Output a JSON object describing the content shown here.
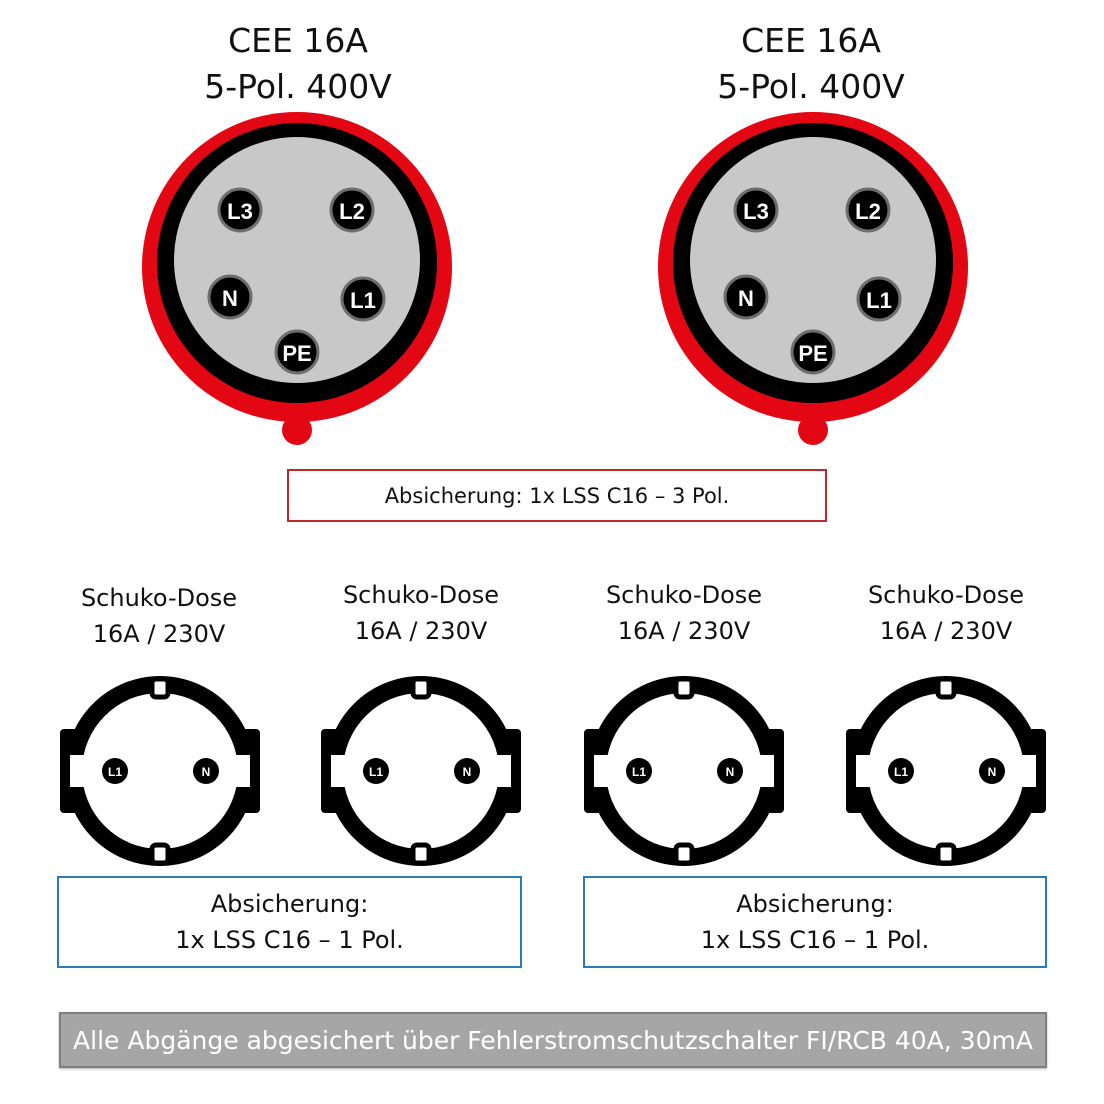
{
  "cee_sockets": [
    {
      "title_line1": "CEE 16A",
      "title_line2": "5-Pol. 400V",
      "pins": [
        "L3",
        "L2",
        "N",
        "L1",
        "PE"
      ]
    },
    {
      "title_line1": "CEE 16A",
      "title_line2": "5-Pol. 400V",
      "pins": [
        "L3",
        "L2",
        "N",
        "L1",
        "PE"
      ]
    }
  ],
  "cee_fuse_box": {
    "label": "Absicherung: 1x LSS C16 – 3 Pol.",
    "border_color": "#c0272d"
  },
  "schuko_sockets": [
    {
      "title_line1": "Schuko-Dose",
      "title_line2": "16A / 230V",
      "pins": [
        "L1",
        "N"
      ]
    },
    {
      "title_line1": "Schuko-Dose",
      "title_line2": "16A / 230V",
      "pins": [
        "L1",
        "N"
      ]
    },
    {
      "title_line1": "Schuko-Dose",
      "title_line2": "16A / 230V",
      "pins": [
        "L1",
        "N"
      ]
    },
    {
      "title_line1": "Schuko-Dose",
      "title_line2": "16A / 230V",
      "pins": [
        "L1",
        "N"
      ]
    }
  ],
  "schuko_fuse_boxes": [
    {
      "line1": "Absicherung:",
      "line2": "1x LSS C16 – 1 Pol.",
      "border_color": "#2b7bb9"
    },
    {
      "line1": "Absicherung:",
      "line2": "1x LSS C16 – 1 Pol.",
      "border_color": "#2b7bb9"
    }
  ],
  "footer_banner": {
    "label": "Alle Abgänge abgesichert über Fehlerstromschutzschalter FI/RCB 40A, 30mA",
    "background": "#a6a6a6"
  },
  "colors": {
    "cee_red": "#e30613",
    "cee_ring": "#000000",
    "cee_face": "#c8c8c8",
    "pin_fill": "#000000",
    "pin_ring": "#6e6e6e"
  }
}
